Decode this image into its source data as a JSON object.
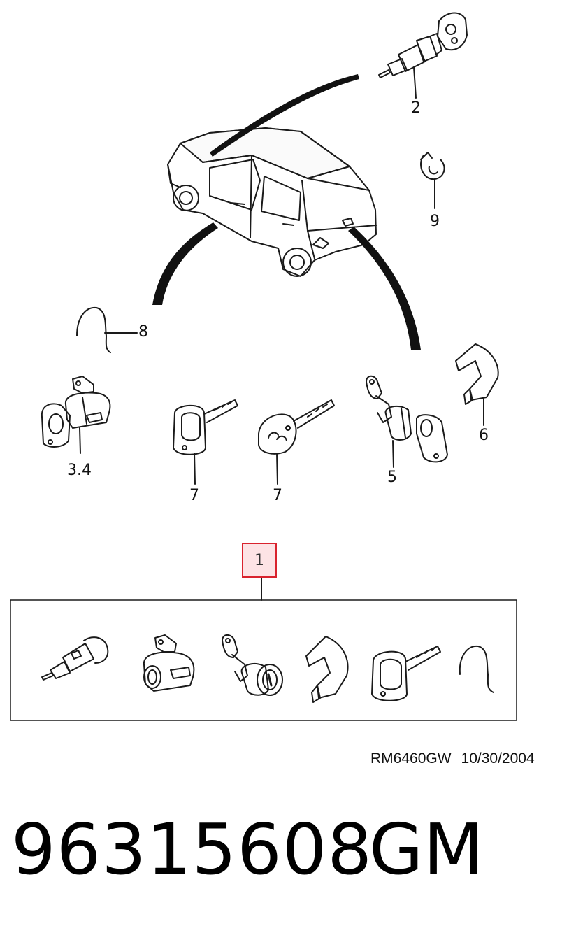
{
  "callouts": {
    "c2": "2",
    "c9": "9",
    "c8": "8",
    "c34": "3.4",
    "c7a": "7",
    "c7b": "7",
    "c5": "5",
    "c6": "6",
    "c1": "1"
  },
  "footer": {
    "ref_code": "RM6460GW",
    "ref_date": "10/30/2004",
    "part_number": "96315608",
    "brand": "GM"
  },
  "colors": {
    "highlight_border": "#d9232e",
    "highlight_fill": "#fde3e5",
    "line": "#1a1a1a"
  }
}
